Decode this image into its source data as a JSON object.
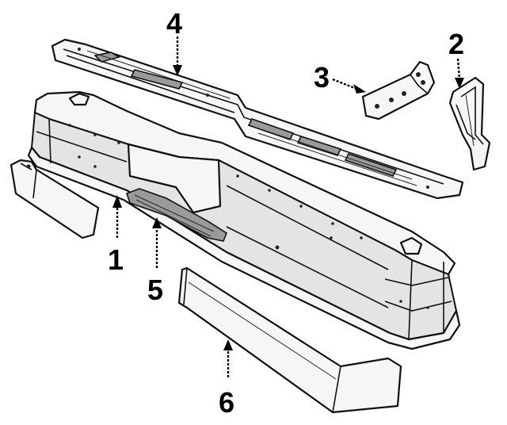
{
  "callouts": {
    "c1": "1",
    "c2": "2",
    "c3": "3",
    "c4": "4",
    "c5": "5",
    "c6": "6"
  },
  "colors": {
    "line": "#111111",
    "fill": "#f6f6f6",
    "shade": "#e4e4e4",
    "background": "#ffffff"
  }
}
